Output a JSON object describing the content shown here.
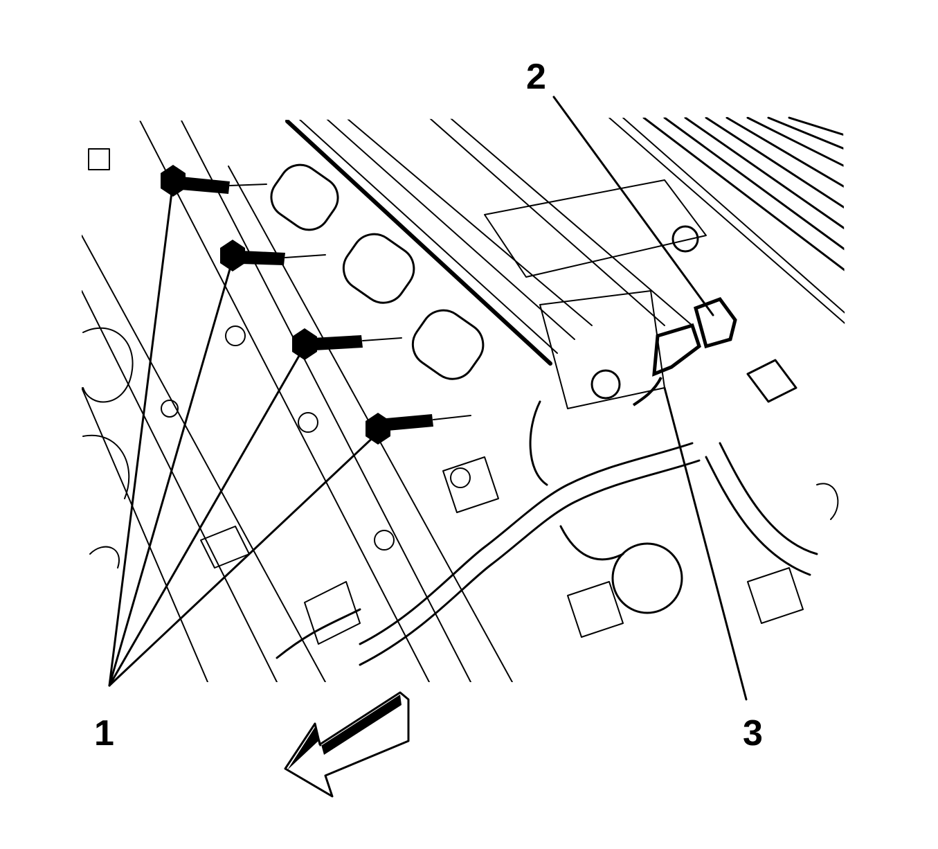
{
  "callouts": {
    "one": "1",
    "two": "2",
    "three": "3"
  },
  "colors": {
    "line": "#000000",
    "background": "#ffffff"
  },
  "icons": {
    "direction": "front-direction-arrow-icon"
  }
}
